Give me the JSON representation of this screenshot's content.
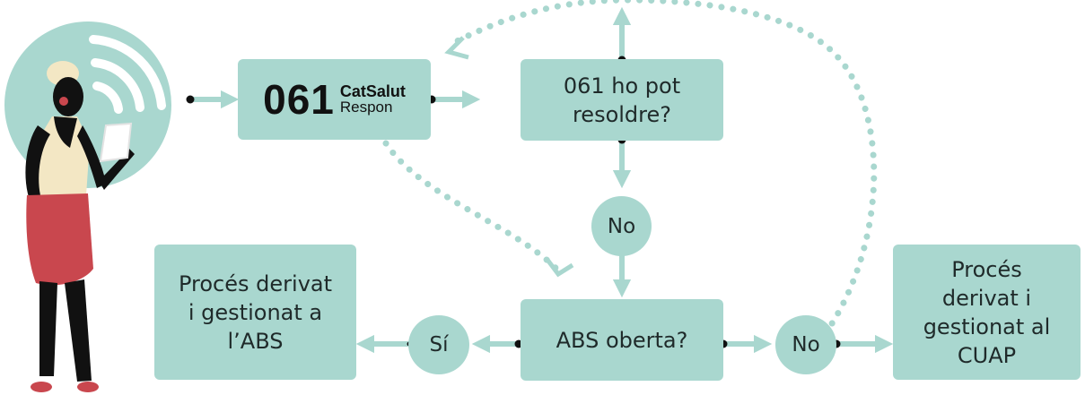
{
  "colors": {
    "box_fill": "#a9d7cf",
    "arrow": "#a9d7cf",
    "dot": "#111111",
    "dress": "#c9474e",
    "top": "#f3e7c4",
    "hair": "#f3e7c4",
    "skin": "#111111"
  },
  "icons": {
    "caller": "woman-on-phone-icon",
    "signal": "phone-signal-icon"
  },
  "nodes": {
    "service": {
      "number": "061",
      "brand": "CatSalut",
      "tagline": "Respon"
    },
    "question_resolve": "061 ho pot\nresoldre?",
    "answer_no_top": "No",
    "question_open": "ABS oberta?",
    "answer_yes": "Sí",
    "answer_no_right": "No",
    "outcome_abs": "Procés derivat\ni gestionat a\nl’ABS",
    "outcome_cuap": "Procés\nderivat i\ngestionat al\nCUAP"
  }
}
